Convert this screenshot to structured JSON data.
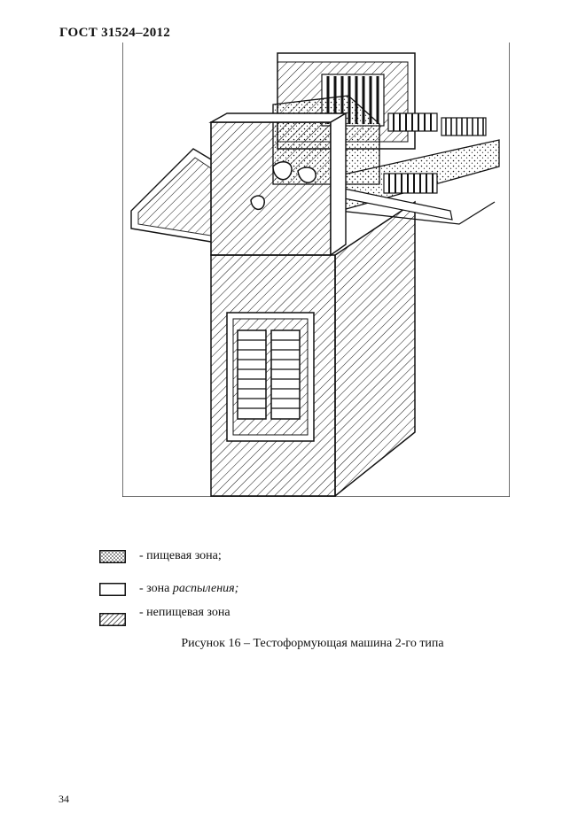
{
  "header": {
    "standard_title": "ГОСТ 31524–2012"
  },
  "legend": {
    "items": [
      {
        "pattern": "dotted",
        "text": "- пищевая зона;"
      },
      {
        "pattern": "empty",
        "text_plain": "- зона ",
        "text_italic": "распыления;"
      },
      {
        "pattern": "hatched",
        "text": "- непищевая зона"
      }
    ]
  },
  "figure": {
    "caption": "Рисунок 16 – Тестоформующая машина 2-го типа"
  },
  "page": {
    "number": "34"
  },
  "colors": {
    "ink": "#111111",
    "paper": "#ffffff"
  }
}
